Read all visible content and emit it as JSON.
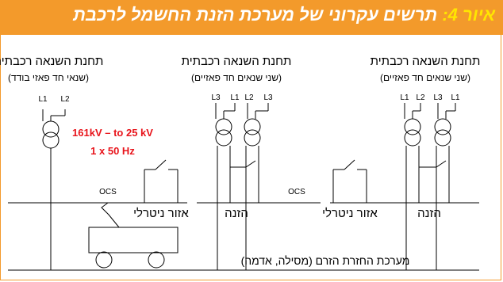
{
  "figure": {
    "number": "איור 4:",
    "title": "תרשים עקרוני של מערכת הזנת החשמל לרכבת"
  },
  "substations": [
    {
      "name": "תחנת השנאה רכבתית",
      "subtitle": "(שנאי חד פאזי בודד)",
      "phases": [
        "L1",
        "L2"
      ]
    },
    {
      "name": "תחנת השנאה רכבתית",
      "subtitle": "(שני שנאים חד פאזיים)",
      "phases": [
        "L3",
        "L1",
        "L2",
        "L3"
      ]
    },
    {
      "name": "תחנת השנאה רכבתית",
      "subtitle": "(שני שנאים חד פאזיים)",
      "phases": [
        "L1",
        "L2",
        "L3",
        "L1"
      ]
    }
  ],
  "spec": {
    "voltage": "161kV – to 25 kV",
    "frequency": "1 x 50 Hz"
  },
  "labels": {
    "ocs_left": "OCS",
    "ocs_right": "OCS",
    "neutral_zone_1": "אזור ניטרלי",
    "feeding_1": "הזנה",
    "neutral_zone_2": "אזור ניטרלי",
    "feeding_2": "הזנה",
    "return_system": "מערכת החזרת הזרם (מסילה, אדמה)"
  },
  "colors": {
    "accent": "#f39a2b",
    "title_text": "#ffffff",
    "figure_number": "#ffe600",
    "spec_text": "#e8141b",
    "lines": "#000000"
  }
}
